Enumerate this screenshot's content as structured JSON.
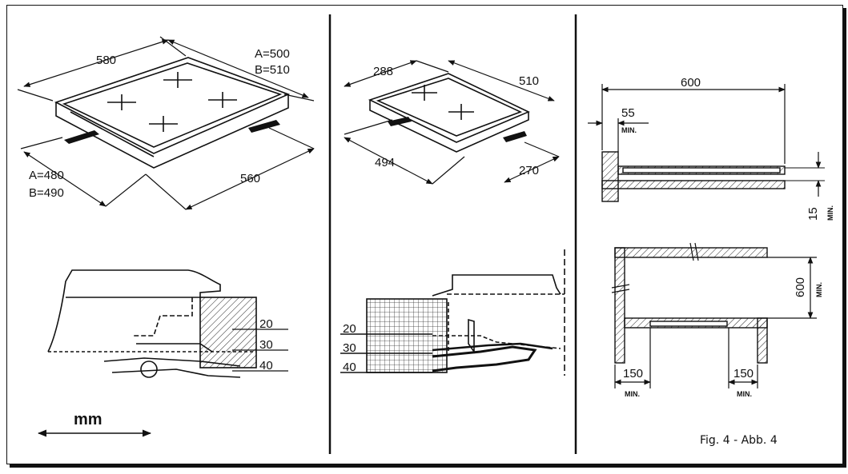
{
  "panel1": {
    "dims": {
      "width": "580",
      "a_top": "A=500",
      "b_top": "B=510",
      "a_bottom": "A=480",
      "b_bottom": "B=490",
      "depth": "560"
    },
    "section_labels": [
      "20",
      "30",
      "40"
    ],
    "unit": "mm"
  },
  "panel2": {
    "dims": {
      "width": "288",
      "depth": "510",
      "cut_width": "494",
      "cut_depth": "270"
    },
    "section_labels": [
      "20",
      "30",
      "40"
    ]
  },
  "panel3": {
    "top": {
      "total": "600",
      "gap": "55",
      "gap_note": "MIN.",
      "thickness": "15",
      "thickness_note": "MIN."
    },
    "bottom": {
      "height": "600",
      "height_note": "MIN.",
      "left": "150",
      "left_note": "MIN.",
      "right": "150",
      "right_note": "MIN."
    }
  },
  "caption": "Fig. 4 - Abb. 4"
}
